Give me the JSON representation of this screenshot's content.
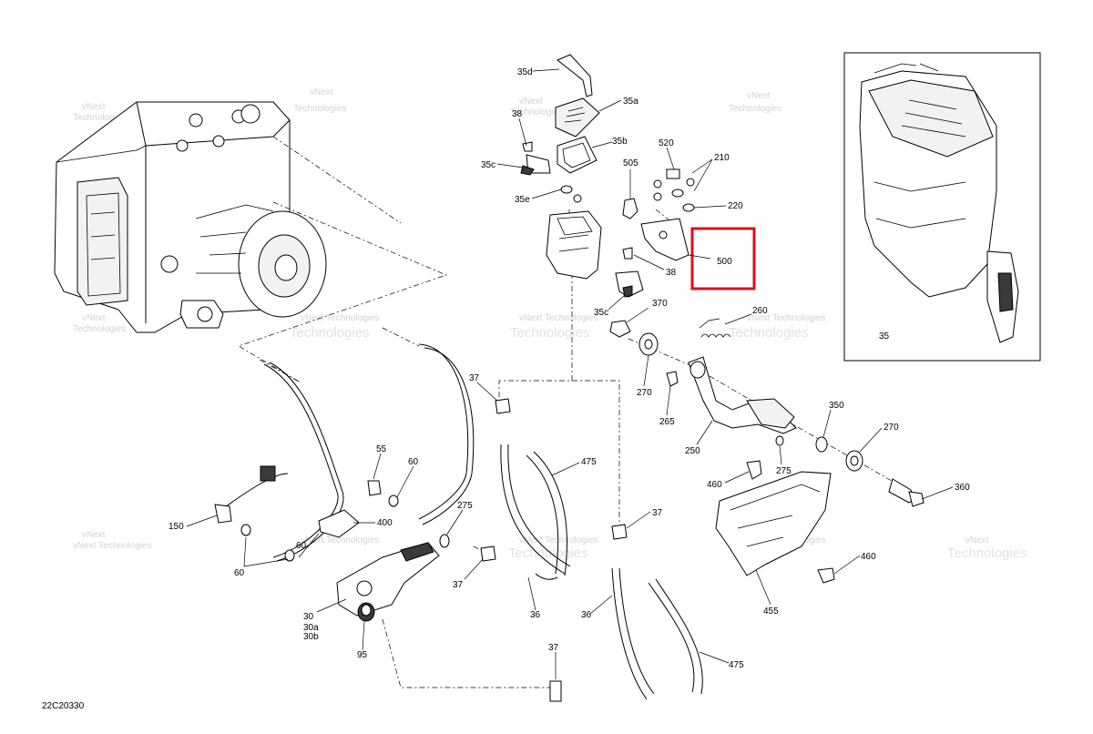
{
  "diagram_code": "22C20330",
  "watermark": {
    "line1": "vNext",
    "line2": "Technologies",
    "full": "vNext Technologies"
  },
  "highlight": {
    "label": "500",
    "color": "#d9121b"
  },
  "inset": {
    "label": "35"
  },
  "callouts": {
    "c35d": "35d",
    "c35a": "35a",
    "c38a": "38",
    "c35b": "35b",
    "c35c_top": "35c",
    "c35e": "35e",
    "c520": "520",
    "c210": "210",
    "c505": "505",
    "c220": "220",
    "c38b": "38",
    "c35c_bot": "35c",
    "c370": "370",
    "c260": "260",
    "c37a": "37",
    "c270a": "270",
    "c265": "265",
    "c350": "350",
    "c270b": "270",
    "c250": "250",
    "c275a": "275",
    "c460a": "460",
    "c360": "360",
    "c55": "55",
    "c60a": "60",
    "c475a": "475",
    "c275b": "275",
    "c150": "150",
    "c400": "400",
    "c60b": "60",
    "c60c": "60",
    "c37b": "37",
    "c37c": "37",
    "c460b": "460",
    "c30": "30",
    "c30a": "30a",
    "c30b": "30b",
    "c36a": "36",
    "c36b": "36",
    "c455": "455",
    "c95": "95",
    "c37d": "37",
    "c475b": "475"
  }
}
